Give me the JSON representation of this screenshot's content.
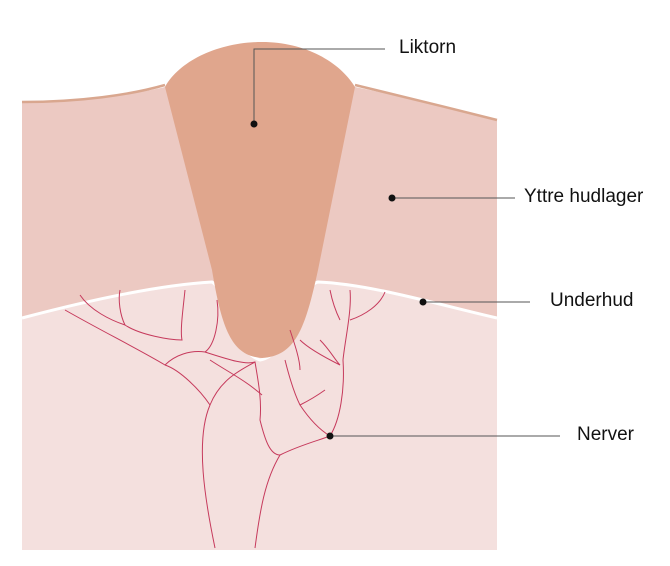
{
  "labels": {
    "corn": "Liktorn",
    "epidermis": "Yttre hudlager",
    "dermis": "Underhud",
    "nerves": "Nerver"
  },
  "colors": {
    "corn": "#e0a68d",
    "epidermis": "#ecc9c2",
    "dermis": "#f4e0de",
    "nerves": "#c63a5c",
    "skin_edge": "#d9a78f"
  }
}
